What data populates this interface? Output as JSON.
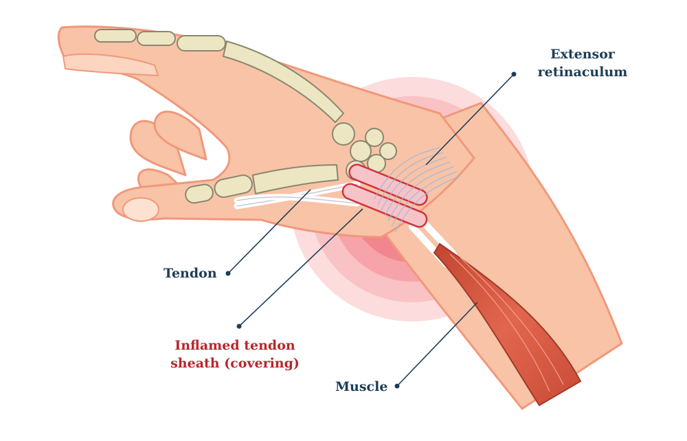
{
  "labels": {
    "extensor_retinaculum": [
      "Extensor",
      "retinaculum"
    ],
    "tendon": "Tendon",
    "inflamed_sheath": [
      "Inflamed tendon",
      "sheath (covering)"
    ],
    "muscle": "Muscle"
  },
  "colors": {
    "label_dark": "#1c3d57",
    "label_red": "#b8262b",
    "skin": "#f8c3a6",
    "skin_outline": "#f0987b",
    "bone": "#ece6c2",
    "bone_outline": "#8a8671",
    "inflammation": "#f2707e",
    "muscle": "#e0664f"
  }
}
